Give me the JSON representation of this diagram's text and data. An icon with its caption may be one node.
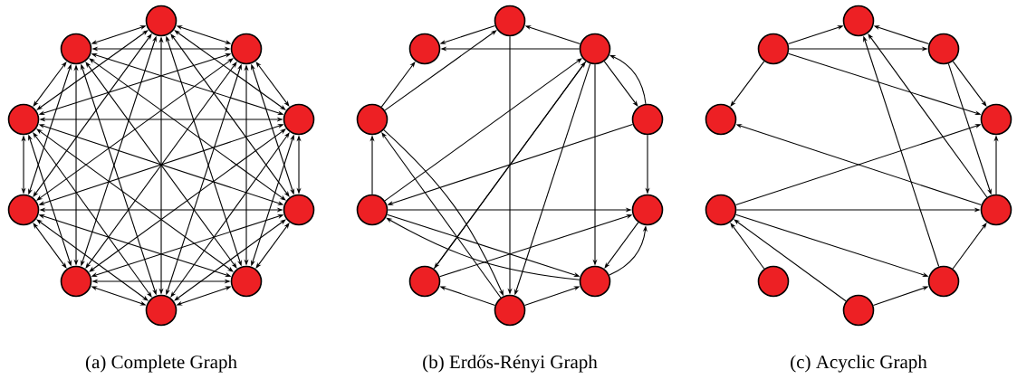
{
  "diagram": {
    "nodes": [
      {
        "text": [],
        "shape": "circle"
      },
      {
        "text": [],
        "shape": "circle"
      },
      {
        "text": [],
        "shape": "circle"
      },
      {
        "text": [],
        "shape": "circle"
      },
      {
        "text": [],
        "shape": "circle"
      },
      {
        "text": [],
        "shape": "circle"
      },
      {
        "text": [],
        "shape": "circle"
      },
      {
        "text": [],
        "shape": "circle"
      },
      {
        "text": [],
        "shape": "circle"
      },
      {
        "text": [],
        "shape": "circle"
      },
      {
        "text": [],
        "shape": "circle"
      },
      {
        "text": [],
        "shape": "circle"
      },
      {
        "text": [],
        "shape": "circle"
      },
      {
        "text": [],
        "shape": "circle"
      },
      {
        "text": [],
        "shape": "circle"
      },
      {
        "text": [],
        "shape": "circle"
      },
      {
        "text": [],
        "shape": "circle"
      },
      {
        "text": [],
        "shape": "circle"
      },
      {
        "text": [],
        "shape": "circle"
      },
      {
        "text": [],
        "shape": "circle"
      },
      {
        "text": [],
        "shape": "circle"
      },
      {
        "text": [],
        "shape": "circle"
      },
      {
        "text": [],
        "shape": "circle"
      },
      {
        "text": [],
        "shape": "circle"
      },
      {
        "text": [],
        "shape": "circle"
      },
      {
        "text": [],
        "shape": "circle"
      },
      {
        "text": [],
        "shape": "circle"
      },
      {
        "text": [],
        "shape": "circle"
      },
      {
        "text": [],
        "shape": "circle"
      },
      {
        "text": [],
        "shape": "circle"
      }
    ],
    "edges": [
      {
        "from": 0,
        "to": 1,
        "arrow": "both"
      },
      {
        "from": 0,
        "to": 2,
        "arrow": "both"
      },
      {
        "from": 0,
        "to": 3,
        "arrow": "both"
      },
      {
        "from": 0,
        "to": 4,
        "arrow": "both"
      },
      {
        "from": 0,
        "to": 5,
        "arrow": "both"
      },
      {
        "from": 0,
        "to": 6,
        "arrow": "both"
      },
      {
        "from": 0,
        "to": 7,
        "arrow": "both"
      },
      {
        "from": 0,
        "to": 8,
        "arrow": "both"
      },
      {
        "from": 0,
        "to": 9,
        "arrow": "both"
      },
      {
        "from": 1,
        "to": 2,
        "arrow": "both"
      },
      {
        "from": 1,
        "to": 3,
        "arrow": "both"
      },
      {
        "from": 1,
        "to": 4,
        "arrow": "both"
      },
      {
        "from": 1,
        "to": 5,
        "arrow": "both"
      },
      {
        "from": 1,
        "to": 6,
        "arrow": "both"
      },
      {
        "from": 1,
        "to": 7,
        "arrow": "both"
      },
      {
        "from": 1,
        "to": 8,
        "arrow": "both"
      },
      {
        "from": 1,
        "to": 9,
        "arrow": "both"
      },
      {
        "from": 2,
        "to": 3,
        "arrow": "both"
      },
      {
        "from": 2,
        "to": 4,
        "arrow": "both"
      },
      {
        "from": 2,
        "to": 5,
        "arrow": "both"
      },
      {
        "from": 2,
        "to": 6,
        "arrow": "both"
      },
      {
        "from": 2,
        "to": 7,
        "arrow": "both"
      },
      {
        "from": 2,
        "to": 8,
        "arrow": "both"
      },
      {
        "from": 2,
        "to": 9,
        "arrow": "both"
      },
      {
        "from": 3,
        "to": 4,
        "arrow": "both"
      },
      {
        "from": 3,
        "to": 5,
        "arrow": "both"
      },
      {
        "from": 3,
        "to": 6,
        "arrow": "both"
      },
      {
        "from": 3,
        "to": 7,
        "arrow": "both"
      },
      {
        "from": 3,
        "to": 8,
        "arrow": "both"
      },
      {
        "from": 3,
        "to": 9,
        "arrow": "both"
      },
      {
        "from": 4,
        "to": 5,
        "arrow": "both"
      },
      {
        "from": 4,
        "to": 6,
        "arrow": "both"
      },
      {
        "from": 4,
        "to": 7,
        "arrow": "both"
      },
      {
        "from": 4,
        "to": 8,
        "arrow": "both"
      },
      {
        "from": 4,
        "to": 9,
        "arrow": "both"
      },
      {
        "from": 5,
        "to": 6,
        "arrow": "both"
      },
      {
        "from": 5,
        "to": 7,
        "arrow": "both"
      },
      {
        "from": 5,
        "to": 8,
        "arrow": "both"
      },
      {
        "from": 5,
        "to": 9,
        "arrow": "both"
      },
      {
        "from": 6,
        "to": 7,
        "arrow": "both"
      },
      {
        "from": 6,
        "to": 8,
        "arrow": "both"
      },
      {
        "from": 6,
        "to": 9,
        "arrow": "both"
      },
      {
        "from": 7,
        "to": 8,
        "arrow": "both"
      },
      {
        "from": 7,
        "to": 9,
        "arrow": "both"
      },
      {
        "from": 8,
        "to": 9,
        "arrow": "both"
      },
      {
        "from": 10,
        "to": 19,
        "arrow": "to"
      },
      {
        "from": 18,
        "to": 10,
        "arrow": "to"
      },
      {
        "from": 11,
        "to": 19,
        "arrow": "to"
      },
      {
        "from": 11,
        "to": 10,
        "arrow": "to"
      },
      {
        "from": 10,
        "to": 15,
        "arrow": "to"
      },
      {
        "from": 18,
        "to": 19,
        "arrow": "to"
      },
      {
        "from": 17,
        "to": 18,
        "arrow": "to"
      },
      {
        "from": 11,
        "to": 12,
        "arrow": "to"
      },
      {
        "from": 12,
        "to": 11,
        "arrow": "to"
      },
      {
        "from": 11,
        "to": 14,
        "arrow": "to"
      },
      {
        "from": 14,
        "to": 13,
        "arrow": "to"
      },
      {
        "from": 13,
        "to": 14,
        "arrow": "to"
      },
      {
        "from": 12,
        "to": 17,
        "arrow": "to"
      },
      {
        "from": 12,
        "to": 13,
        "arrow": "to"
      },
      {
        "from": 17,
        "to": 11,
        "arrow": "to"
      },
      {
        "from": 17,
        "to": 13,
        "arrow": "to"
      },
      {
        "from": 17,
        "to": 14,
        "arrow": "to"
      },
      {
        "from": 14,
        "to": 17,
        "arrow": "to"
      },
      {
        "from": 18,
        "to": 15,
        "arrow": "to"
      },
      {
        "from": 15,
        "to": 18,
        "arrow": "to"
      },
      {
        "from": 11,
        "to": 16,
        "arrow": "to"
      },
      {
        "from": 16,
        "to": 11,
        "arrow": "to"
      },
      {
        "from": 11,
        "to": 15,
        "arrow": "to"
      },
      {
        "from": 16,
        "to": 13,
        "arrow": "to"
      },
      {
        "from": 15,
        "to": 16,
        "arrow": "to"
      },
      {
        "from": 15,
        "to": 14,
        "arrow": "to"
      },
      {
        "from": 29,
        "to": 20,
        "arrow": "to"
      },
      {
        "from": 29,
        "to": 21,
        "arrow": "to"
      },
      {
        "from": 21,
        "to": 20,
        "arrow": "to"
      },
      {
        "from": 29,
        "to": 28,
        "arrow": "to"
      },
      {
        "from": 29,
        "to": 22,
        "arrow": "to"
      },
      {
        "from": 21,
        "to": 22,
        "arrow": "to"
      },
      {
        "from": 21,
        "to": 23,
        "arrow": "to"
      },
      {
        "from": 23,
        "to": 22,
        "arrow": "to"
      },
      {
        "from": 23,
        "to": 20,
        "arrow": "to"
      },
      {
        "from": 24,
        "to": 20,
        "arrow": "to"
      },
      {
        "from": 23,
        "to": 28,
        "arrow": "to"
      },
      {
        "from": 27,
        "to": 22,
        "arrow": "to"
      },
      {
        "from": 27,
        "to": 23,
        "arrow": "to"
      },
      {
        "from": 27,
        "to": 24,
        "arrow": "to"
      },
      {
        "from": 26,
        "to": 27,
        "arrow": "to"
      },
      {
        "from": 25,
        "to": 27,
        "arrow": "to"
      },
      {
        "from": 25,
        "to": 24,
        "arrow": "to"
      },
      {
        "from": 24,
        "to": 23,
        "arrow": "to"
      }
    ],
    "labels": [
      "(a) Complete Graph",
      "(b) Erdős-Rényi Graph",
      "(c) Acyclic Graph"
    ]
  }
}
